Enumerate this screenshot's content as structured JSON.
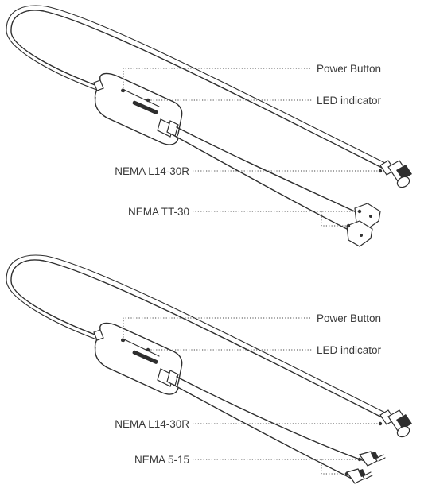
{
  "diagrams": [
    {
      "labels": {
        "power_button": "Power Button",
        "led_indicator": "LED indicator",
        "plug_a": "NEMA L14-30R",
        "plug_b": "NEMA TT-30"
      }
    },
    {
      "labels": {
        "power_button": "Power Button",
        "led_indicator": "LED indicator",
        "plug_a": "NEMA L14-30R",
        "plug_b": "NEMA 5-15"
      }
    }
  ]
}
